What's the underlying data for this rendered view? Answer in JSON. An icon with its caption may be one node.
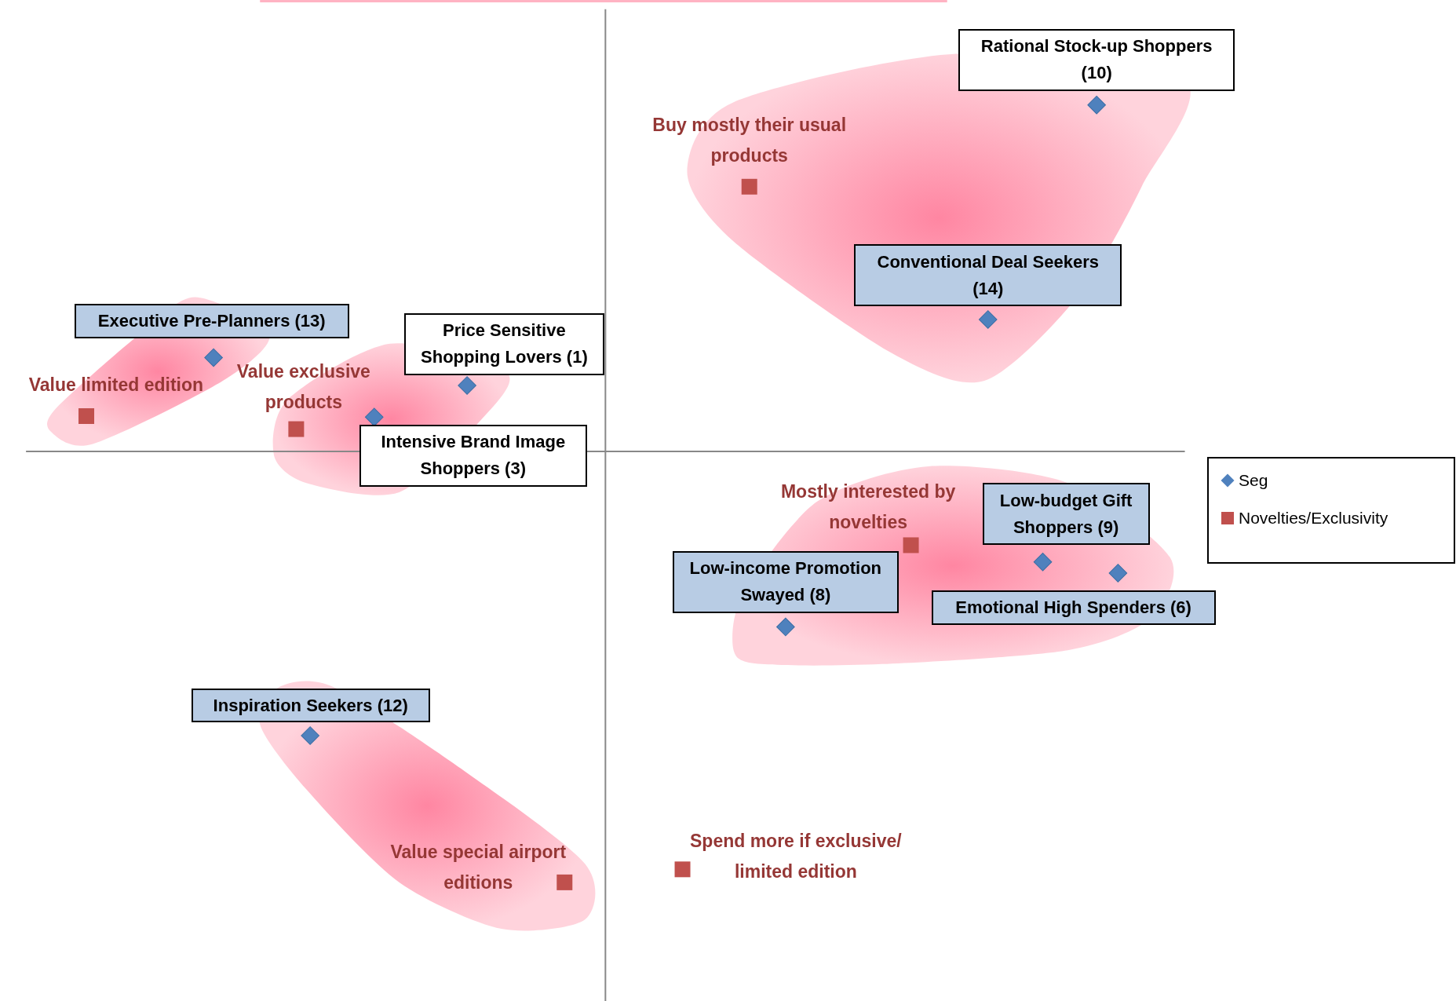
{
  "diagram": {
    "nodes": [
      {
        "text": [
          "Rational Stock-up Shoppers (10)"
        ]
      },
      {
        "text": [
          "Conventional Deal Seekers (14)"
        ]
      },
      {
        "text": [
          "Executive Pre-Planners (13)"
        ]
      },
      {
        "text": [
          "Price Sensitive Shopping Lovers (1)"
        ]
      },
      {
        "text": [
          "Intensive Brand Image Shoppers (3)"
        ]
      },
      {
        "text": [
          "Low-budget Gift Shoppers (9)"
        ]
      },
      {
        "text": [
          "Low-income Promotion Swayed (8)"
        ]
      },
      {
        "text": [
          "Emotional High Spenders (6)"
        ]
      },
      {
        "text": [
          "Inspiration Seekers (12)"
        ]
      }
    ],
    "labels": [
      "Buy mostly their usual products",
      "Value limited edition",
      "Value exclusive products",
      "Mostly interested by novelties",
      "Value special airport editions",
      "Spend more if exclusive/ limited edition"
    ],
    "legend": [
      {
        "text": "Seg",
        "color": "#4f81bd"
      },
      {
        "text": "Novelties/Exclusivity",
        "color": "#c0504d"
      }
    ]
  }
}
